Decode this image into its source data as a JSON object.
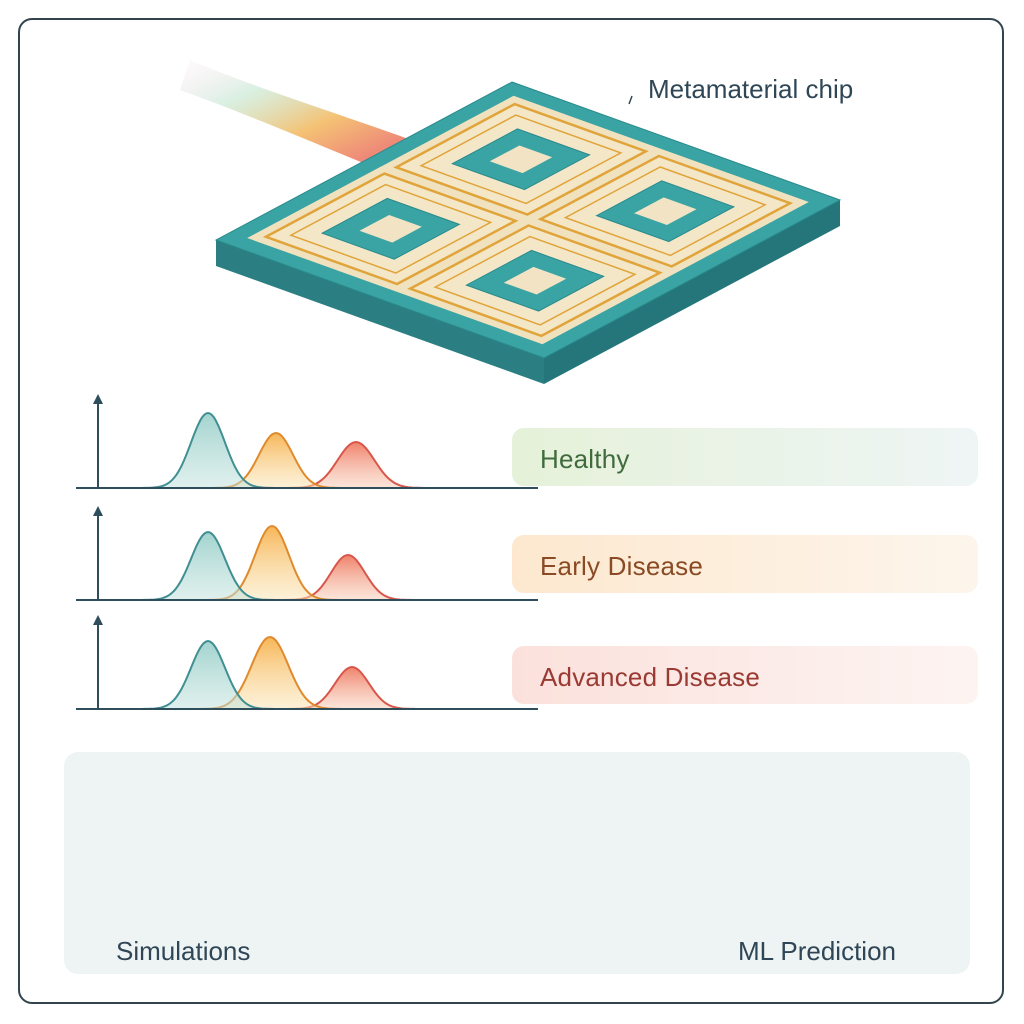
{
  "chip": {
    "caption": "Metamaterial chip"
  },
  "spectra": [
    {
      "state": "Healthy",
      "color": "#3f6b3d",
      "pill_from": "#e6f1d9",
      "pill_to": "#eef5f5",
      "heights": [
        75,
        55,
        46
      ]
    },
    {
      "state": "Early Disease",
      "color": "#8a4a24",
      "pill_from": "#fde8cf",
      "pill_to": "#fdf5ec",
      "heights": [
        68,
        74,
        45
      ]
    },
    {
      "state": "Advanced Disease",
      "color": "#9a3a32",
      "pill_from": "#fbe1dc",
      "pill_to": "#fdf4f2",
      "heights": [
        68,
        72,
        42
      ]
    }
  ],
  "pipeline": {
    "start_label": "Simulations",
    "end_label": "ML Prediction"
  },
  "colors": {
    "teal": "#3aa3a3",
    "teal_dark": "#2b7f82",
    "gold": "#e0a43a",
    "sand": "#f1e2bf",
    "axis": "#2f4e5c"
  }
}
